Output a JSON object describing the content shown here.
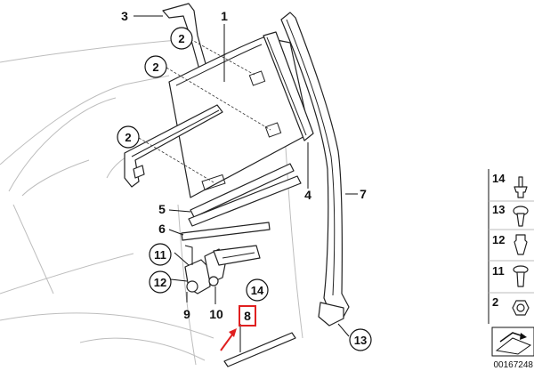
{
  "diagram": {
    "callouts": {
      "c1": "1",
      "c2a": "2",
      "c2b": "2",
      "c2c": "2",
      "c3": "3",
      "c4": "4",
      "c5": "5",
      "c6": "6",
      "c7": "7",
      "c8": "8",
      "c9": "9",
      "c10": "10",
      "c11": "11",
      "c12": "12",
      "c13": "13",
      "c14": "14"
    },
    "legend": [
      "14",
      "13",
      "12",
      "11",
      "2"
    ],
    "image_number": "00167248",
    "highlight_color": "#e02020"
  }
}
